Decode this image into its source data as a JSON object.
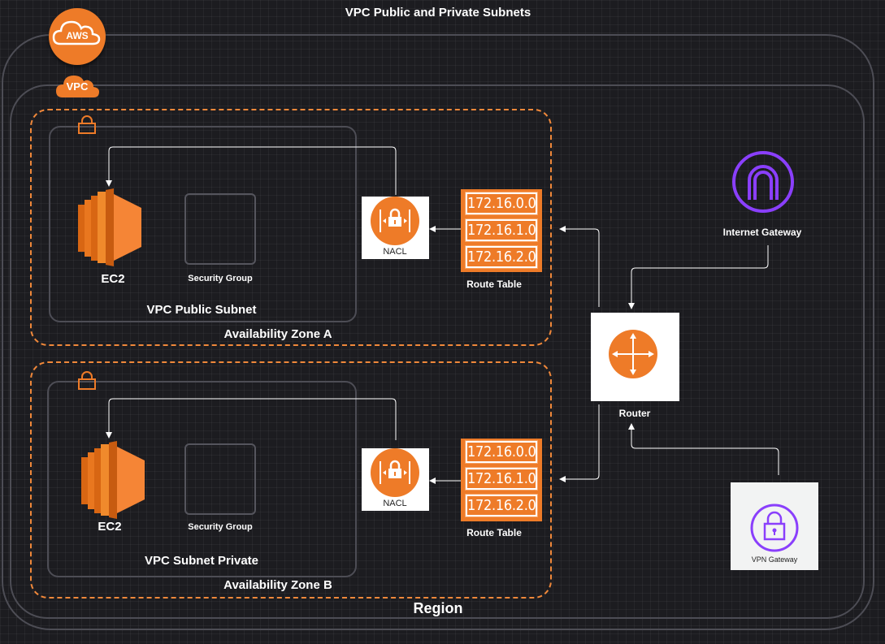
{
  "title": "VPC Public and Private Subnets",
  "region_label": "Region",
  "colors": {
    "aws_orange": "#ee7b28",
    "dashed_border": "#f0883a",
    "purple": "#8a3ffc",
    "container_border": "#4d4d55"
  },
  "icons": {
    "aws_badge": "aws-cloud-icon",
    "vpc_badge": "vpc-cloud-icon",
    "lock": "lock-icon",
    "router": "router-icon",
    "internet_gateway": "internet-gateway-icon",
    "vpn": "vpn-gateway-icon"
  },
  "aws_badge_text": "AWS",
  "vpc_badge_text": "VPC",
  "zone_a": {
    "label": "Availability Zone A",
    "subnet_label": "VPC Public Subnet",
    "ec2_label": "EC2",
    "sg_label": "Security Group",
    "nacl_label": "NACL",
    "route_table_label": "Route Table",
    "routes": [
      "172.16.0.0",
      "172.16.1.0",
      "172.16.2.0"
    ]
  },
  "zone_b": {
    "label": "Availability Zone B",
    "subnet_label": "VPC Subnet Private",
    "ec2_label": "EC2",
    "sg_label": "Security Group",
    "nacl_label": "NACL",
    "route_table_label": "Route Table",
    "routes": [
      "172.16.0.0",
      "172.16.1.0",
      "172.16.2.0"
    ]
  },
  "router_label": "Router",
  "internet_gateway_label": "Internet Gateway",
  "vpn_gateway_label": "VPN Gateway"
}
